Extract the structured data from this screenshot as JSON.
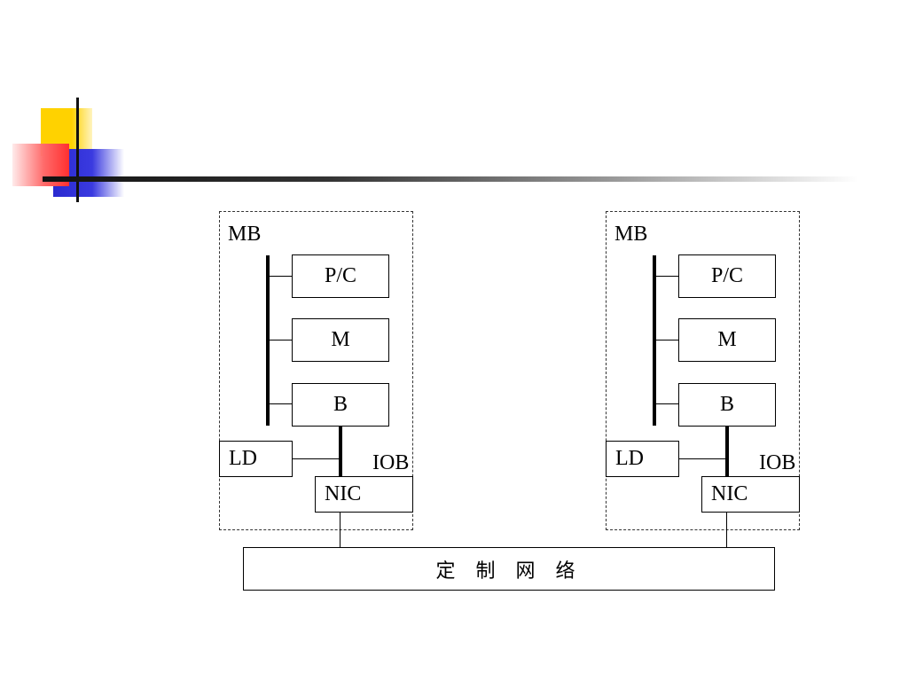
{
  "nodes": [
    {
      "mb_label": "MB",
      "pc_label": "P/C",
      "mem_label": "M",
      "bridge_label": "B",
      "ld_label": "LD",
      "iob_label": "IOB",
      "nic_label": "NIC"
    },
    {
      "mb_label": "MB",
      "pc_label": "P/C",
      "mem_label": "M",
      "bridge_label": "B",
      "ld_label": "LD",
      "iob_label": "IOB",
      "nic_label": "NIC"
    }
  ],
  "network": {
    "label": "定 制 网 络"
  },
  "colors": {
    "deco_yellow": "#ffd200",
    "deco_blue": "#2a2ad0",
    "deco_red": "#ff3030"
  }
}
